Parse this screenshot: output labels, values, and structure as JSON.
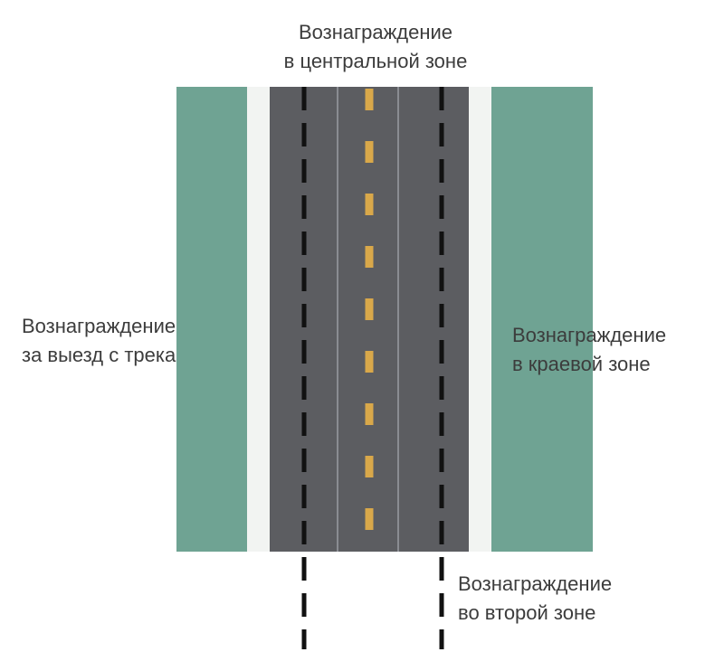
{
  "labels": {
    "center_zone": [
      "Вознаграждение",
      "в центральной зоне"
    ],
    "off_track": [
      "Вознаграждение",
      "за выезд с трека"
    ],
    "edge_zone": [
      "Вознаграждение",
      "в краевой зоне"
    ],
    "second_zone": [
      "Вознаграждение",
      "во второй зоне"
    ]
  },
  "colors": {
    "grass": "#6fa393",
    "shoulder": "#f2f4f2",
    "road": "#5c5d61",
    "zone_boundary": "#111111",
    "centerline": "#d9a84a",
    "lane_divider": "#9a9ca2",
    "text": "#3c3c3c"
  }
}
